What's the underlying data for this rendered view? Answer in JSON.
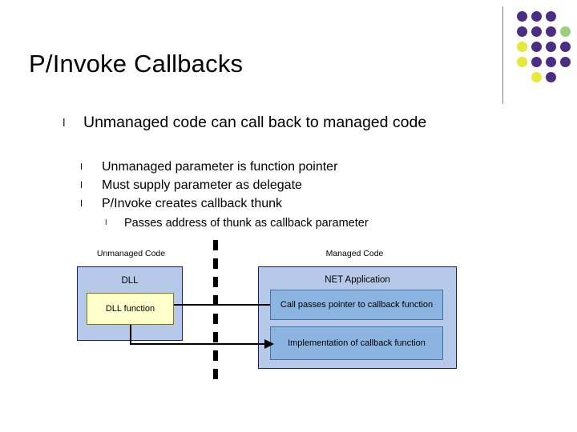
{
  "slide": {
    "title": "P/Invoke Callbacks",
    "bullets": {
      "level1": [
        {
          "marker": "l",
          "text": "Unmanaged code can call back to managed code"
        }
      ],
      "level2": [
        {
          "marker": "l",
          "text": "Unmanaged parameter is function pointer"
        },
        {
          "marker": "l",
          "text": "Must supply parameter as delegate"
        },
        {
          "marker": "l",
          "text": "P/Invoke creates callback thunk"
        }
      ],
      "level3": [
        {
          "marker": "l",
          "text": "Passes address of thunk as callback parameter"
        }
      ]
    }
  },
  "diagram": {
    "unmanaged_label": "Unmanaged Code",
    "managed_label": "Managed Code",
    "dll_label": "DLL",
    "dll_function_label": "DLL function",
    "net_application_label": "NET Application",
    "callback_pointer_label": "Call passes pointer to callback function",
    "callback_impl_label": "Implementation of callback function"
  },
  "colors": {
    "box_fill_outer": "#b7c9e8",
    "box_border_outer": "#1a1a6e",
    "box_fill_inner": "#8cb4e0",
    "box_border_inner": "#4a6fa5",
    "dll_fill": "#ffffcc",
    "dll_border": "#808000",
    "dot_purple": "#4b2d83",
    "dot_yellow": "#e8e83c",
    "dot_green": "#9ad07a",
    "dot_white": "#ffffff",
    "rule": "#808080"
  },
  "dot_grid": {
    "rows": 5,
    "cols": 4,
    "cells": [
      [
        "purple",
        "purple",
        "purple",
        "white"
      ],
      [
        "purple",
        "purple",
        "purple",
        "green"
      ],
      [
        "yellow",
        "purple",
        "purple",
        "purple"
      ],
      [
        "yellow",
        "purple",
        "purple",
        "purple"
      ],
      [
        "white",
        "yellow",
        "purple",
        "white"
      ]
    ]
  }
}
